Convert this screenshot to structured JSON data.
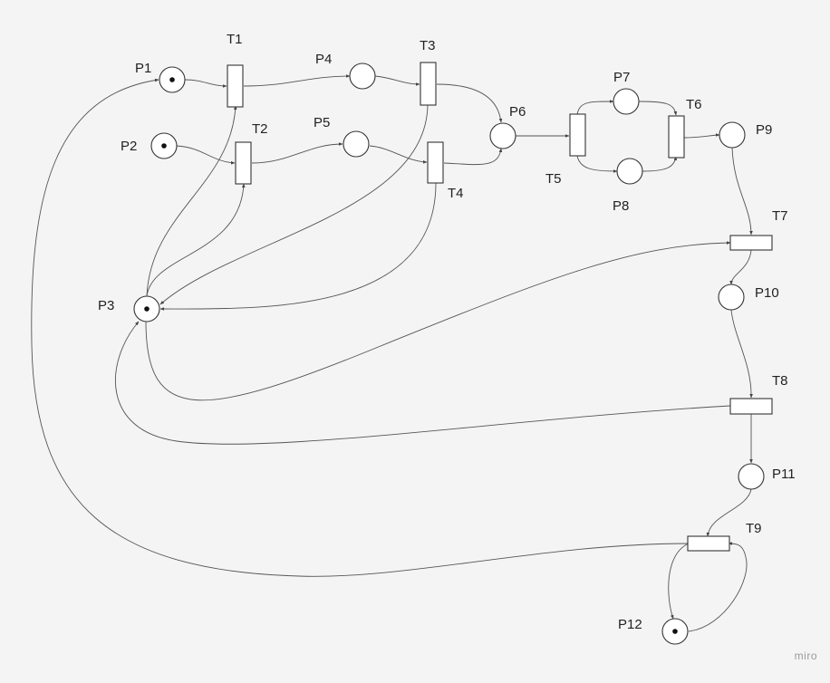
{
  "watermark": "miro",
  "places": {
    "P1": {
      "label": "P1",
      "tokens": 1
    },
    "P2": {
      "label": "P2",
      "tokens": 1
    },
    "P3": {
      "label": "P3",
      "tokens": 1
    },
    "P4": {
      "label": "P4",
      "tokens": 0
    },
    "P5": {
      "label": "P5",
      "tokens": 0
    },
    "P6": {
      "label": "P6",
      "tokens": 0
    },
    "P7": {
      "label": "P7",
      "tokens": 0
    },
    "P8": {
      "label": "P8",
      "tokens": 0
    },
    "P9": {
      "label": "P9",
      "tokens": 0
    },
    "P10": {
      "label": "P10",
      "tokens": 0
    },
    "P11": {
      "label": "P11",
      "tokens": 0
    },
    "P12": {
      "label": "P12",
      "tokens": 1
    }
  },
  "transitions": {
    "T1": {
      "label": "T1"
    },
    "T2": {
      "label": "T2"
    },
    "T3": {
      "label": "T3"
    },
    "T4": {
      "label": "T4"
    },
    "T5": {
      "label": "T5"
    },
    "T6": {
      "label": "T6"
    },
    "T7": {
      "label": "T7"
    },
    "T8": {
      "label": "T8"
    },
    "T9": {
      "label": "T9"
    }
  },
  "arcs": [
    [
      "P1",
      "T1"
    ],
    [
      "T1",
      "P4"
    ],
    [
      "P4",
      "T3"
    ],
    [
      "T3",
      "P6"
    ],
    [
      "P2",
      "T2"
    ],
    [
      "T2",
      "P5"
    ],
    [
      "P5",
      "T4"
    ],
    [
      "T4",
      "P6"
    ],
    [
      "P3",
      "T1"
    ],
    [
      "P3",
      "T2"
    ],
    [
      "T3",
      "P3"
    ],
    [
      "T4",
      "P3"
    ],
    [
      "P6",
      "T5"
    ],
    [
      "T5",
      "P7"
    ],
    [
      "T5",
      "P8"
    ],
    [
      "P7",
      "T6"
    ],
    [
      "P8",
      "T6"
    ],
    [
      "T6",
      "P9"
    ],
    [
      "P9",
      "T7"
    ],
    [
      "P3",
      "T7"
    ],
    [
      "T7",
      "P10"
    ],
    [
      "P10",
      "T8"
    ],
    [
      "T8",
      "P3"
    ],
    [
      "T8",
      "P11"
    ],
    [
      "P11",
      "T9"
    ],
    [
      "P12",
      "T9"
    ],
    [
      "T9",
      "P12"
    ],
    [
      "T9",
      "P1"
    ]
  ]
}
